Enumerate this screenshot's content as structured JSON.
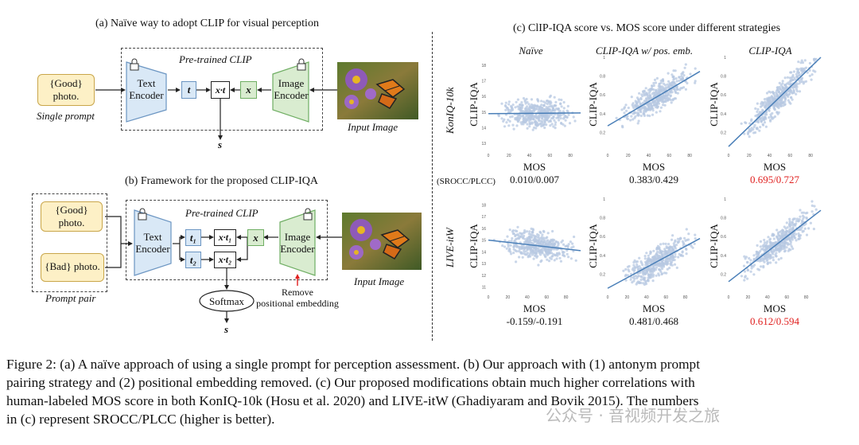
{
  "panel_a": {
    "title": "(a) Naïve way to adopt CLIP for visual perception",
    "prompt_line1": "{Good}",
    "prompt_line2": "photo.",
    "prompt_caption": "Single prompt",
    "clip_label": "Pre-trained CLIP",
    "text_encoder_l1": "Text",
    "text_encoder_l2": "Encoder",
    "image_encoder_l1": "Image",
    "image_encoder_l2": "Encoder",
    "t_label": "t",
    "x_label": "x",
    "product_label": "x·t",
    "s_label": "s",
    "input_caption": "Input Image"
  },
  "panel_b": {
    "title": "(b) Framework for the proposed CLIP-IQA",
    "good_l1": "{Good}",
    "good_l2": "photo.",
    "bad_l1": "{Bad} photo.",
    "pair_caption": "Prompt pair",
    "clip_label": "Pre-trained CLIP",
    "text_encoder_l1": "Text",
    "text_encoder_l2": "Encoder",
    "image_encoder_l1": "Image",
    "image_encoder_l2": "Encoder",
    "t1_label": "t₁",
    "t2_label": "t₂",
    "p1_label": "x·t₁",
    "p2_label": "x·t₂",
    "x_label": "x",
    "softmax_label": "Softmax",
    "s_label": "s",
    "input_caption": "Input Image",
    "remove_l1": "Remove",
    "remove_l2": "positional embedding"
  },
  "panel_c": {
    "title": "(c) ClIP-IQA score vs. MOS score under different strategies",
    "col_titles": [
      "Naïve",
      "CLIP-IQA w/ pos. emb.",
      "CLIP-IQA"
    ],
    "row_labels": [
      "KonIQ-10k",
      "LIVE-itW"
    ],
    "metric_label": "(SROCC/PLCC)",
    "xlabel": "MOS",
    "ylabel": "CLIP-IQA"
  },
  "chart_data": [
    {
      "type": "scatter",
      "title": "Naïve",
      "dataset": "KonIQ-10k",
      "xlabel": "MOS",
      "ylabel": "CLIP-IQA",
      "xlim": [
        0,
        90
      ],
      "ylim": [
        12.5,
        18.5
      ],
      "xticks": [
        0,
        20,
        40,
        60,
        80
      ],
      "yticks": [
        13,
        14,
        15,
        16,
        17,
        18
      ],
      "trend": {
        "x": [
          0,
          90
        ],
        "y": [
          14.9,
          14.95
        ]
      },
      "annotation": "0.010/0.007"
    },
    {
      "type": "scatter",
      "title": "CLIP-IQA w/ pos. emb.",
      "dataset": "KonIQ-10k",
      "xlabel": "MOS",
      "ylabel": "CLIP-IQA",
      "xlim": [
        0,
        90
      ],
      "ylim": [
        0,
        1
      ],
      "xticks": [
        0,
        20,
        40,
        60,
        80
      ],
      "yticks": [
        0.2,
        0.4,
        0.6,
        0.8,
        1.0
      ],
      "trend": {
        "x": [
          0,
          90
        ],
        "y": [
          0.27,
          0.85
        ]
      },
      "annotation": "0.383/0.429"
    },
    {
      "type": "scatter",
      "title": "CLIP-IQA",
      "dataset": "KonIQ-10k",
      "xlabel": "MOS",
      "ylabel": "CLIP-IQA",
      "xlim": [
        0,
        90
      ],
      "ylim": [
        0,
        1
      ],
      "xticks": [
        0,
        20,
        40,
        60,
        80
      ],
      "yticks": [
        0.2,
        0.4,
        0.6,
        0.8,
        1.0
      ],
      "trend": {
        "x": [
          0,
          90
        ],
        "y": [
          0.05,
          1.0
        ]
      },
      "annotation": "0.695/0.727",
      "annotation_color": "#e0201f"
    },
    {
      "type": "scatter",
      "title": "",
      "dataset": "LIVE-itW",
      "xlabel": "MOS",
      "ylabel": "CLIP-IQA",
      "xlim": [
        0,
        95
      ],
      "ylim": [
        10.5,
        18.5
      ],
      "xticks": [
        0,
        20,
        40,
        60,
        80
      ],
      "yticks": [
        11,
        12,
        13,
        14,
        15,
        16,
        17,
        18
      ],
      "trend": {
        "x": [
          0,
          95
        ],
        "y": [
          15.0,
          14.1
        ]
      },
      "annotation": "-0.159/-0.191"
    },
    {
      "type": "scatter",
      "title": "",
      "dataset": "LIVE-itW",
      "xlabel": "MOS",
      "ylabel": "CLIP-IQA",
      "xlim": [
        0,
        95
      ],
      "ylim": [
        0,
        1
      ],
      "xticks": [
        0,
        20,
        40,
        60,
        80
      ],
      "yticks": [
        0.2,
        0.4,
        0.6,
        0.8,
        1.0
      ],
      "trend": {
        "x": [
          0,
          95
        ],
        "y": [
          0.05,
          0.58
        ]
      },
      "annotation": "0.481/0.468"
    },
    {
      "type": "scatter",
      "title": "",
      "dataset": "LIVE-itW",
      "xlabel": "MOS",
      "ylabel": "CLIP-IQA",
      "xlim": [
        0,
        95
      ],
      "ylim": [
        0,
        1
      ],
      "xticks": [
        0,
        20,
        40,
        60,
        80
      ],
      "yticks": [
        0.2,
        0.4,
        0.6,
        0.8,
        1.0
      ],
      "trend": {
        "x": [
          0,
          95
        ],
        "y": [
          0.12,
          0.88
        ]
      },
      "annotation": "0.612/0.594",
      "annotation_color": "#e0201f"
    }
  ],
  "caption": {
    "line1": "Figure 2: (a) A naïve approach of using a single prompt for perception assessment. (b) Our approach with (1) antonym prompt",
    "line2": "pairing strategy and (2) positional embedding removed. (c) Our proposed modifications obtain much higher correlations with",
    "line3": "human-labeled MOS score in both KonIQ-10k (Hosu et al. 2020) and LIVE-itW (Ghadiyaram and Bovik 2015). The numbers",
    "line4": "in (c) represent SROCC/PLCC (higher is better)."
  },
  "watermark": "公众号 · 音视频开发之旅",
  "colors": {
    "point": "#b7c8e2",
    "trend": "#4a7fb8",
    "highlight": "#e0201f"
  }
}
